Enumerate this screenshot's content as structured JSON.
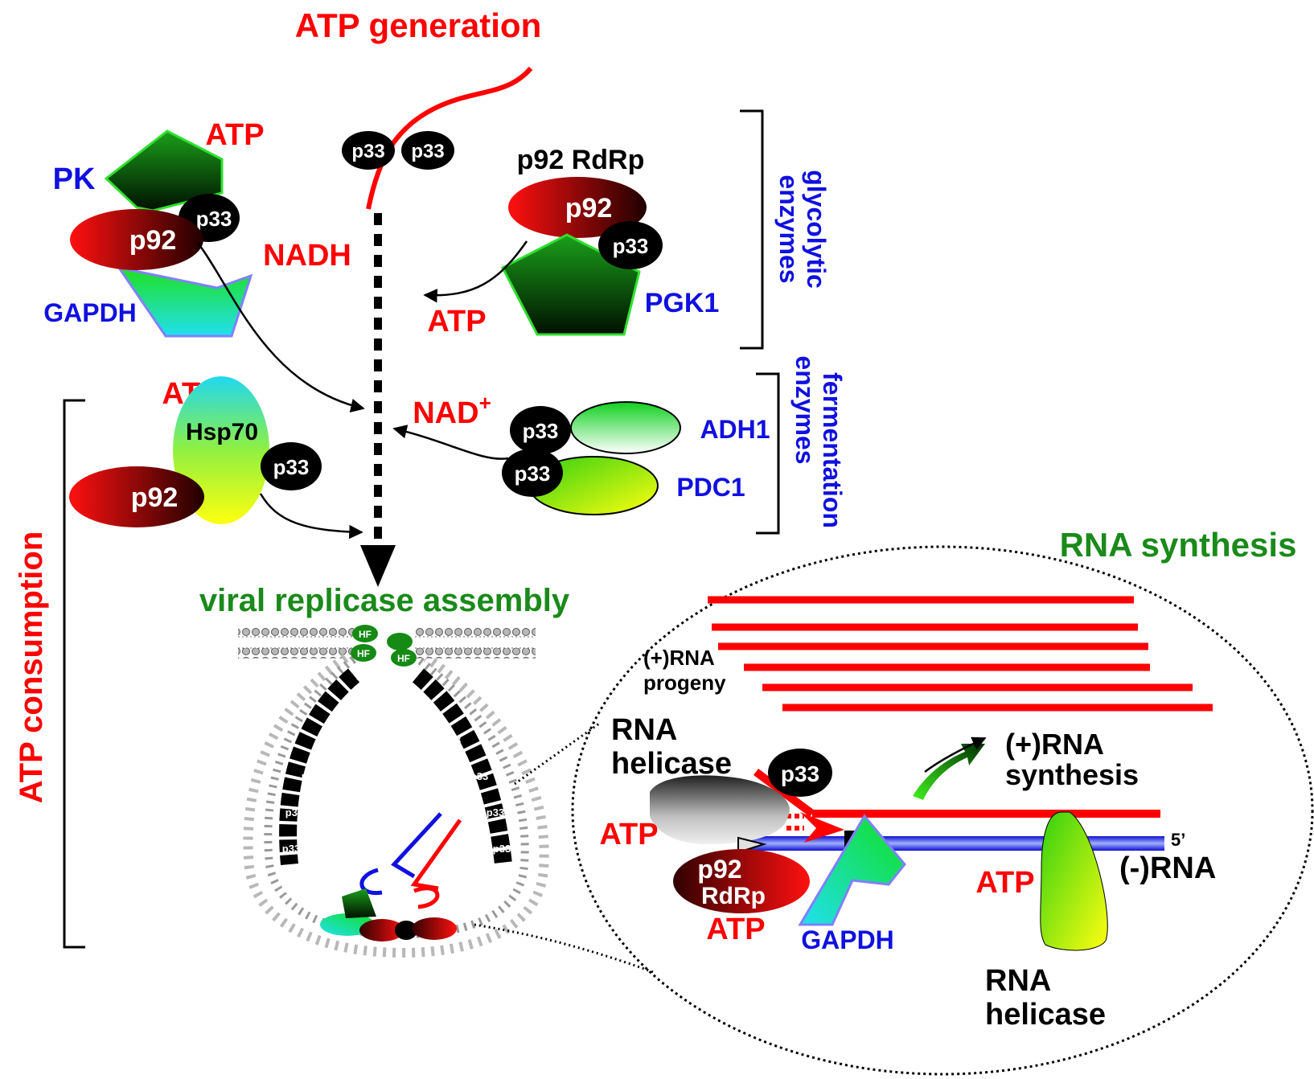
{
  "labels": {
    "atp_generation": "ATP generation",
    "atp_consumption": "ATP consumption",
    "rna_synthesis": "RNA synthesis",
    "viral_replicase_assembly": "viral replicase assembly",
    "glycolytic_enzymes_1": "glycolytic",
    "glycolytic_enzymes_2": "enzymes",
    "fermentation_enzymes_1": "fermentation",
    "fermentation_enzymes_2": "enzymes",
    "p92_rdrp": "p92 RdRp",
    "pk": "PK",
    "gapdh": "GAPDH",
    "pgk1": "PGK1",
    "adh1": "ADH1",
    "pdc1": "PDC1",
    "hsp70": "Hsp70",
    "nadh": "NADH",
    "nad": "NAD",
    "nad_sup": "+",
    "atp": "ATP",
    "p33": "p33",
    "p92": "p92",
    "hf": "HF",
    "plus_rna_progeny_1": "(+)RNA",
    "plus_rna_progeny_2": "progeny",
    "rna_helicase_1": "RNA",
    "rna_helicase_2": "helicase",
    "plus_rna_synthesis_1": "(+)RNA",
    "plus_rna_synthesis_2": "synthesis",
    "minus_rna": "(-)RNA",
    "five_prime": "5’",
    "rdrp_p92": "p92",
    "rdrp_rdrp": "RdRp"
  },
  "colors": {
    "atp_red": "#ff0000",
    "enzyme_blue": "#1010e0",
    "green_title": "#1a8a1a",
    "black": "#000000"
  }
}
